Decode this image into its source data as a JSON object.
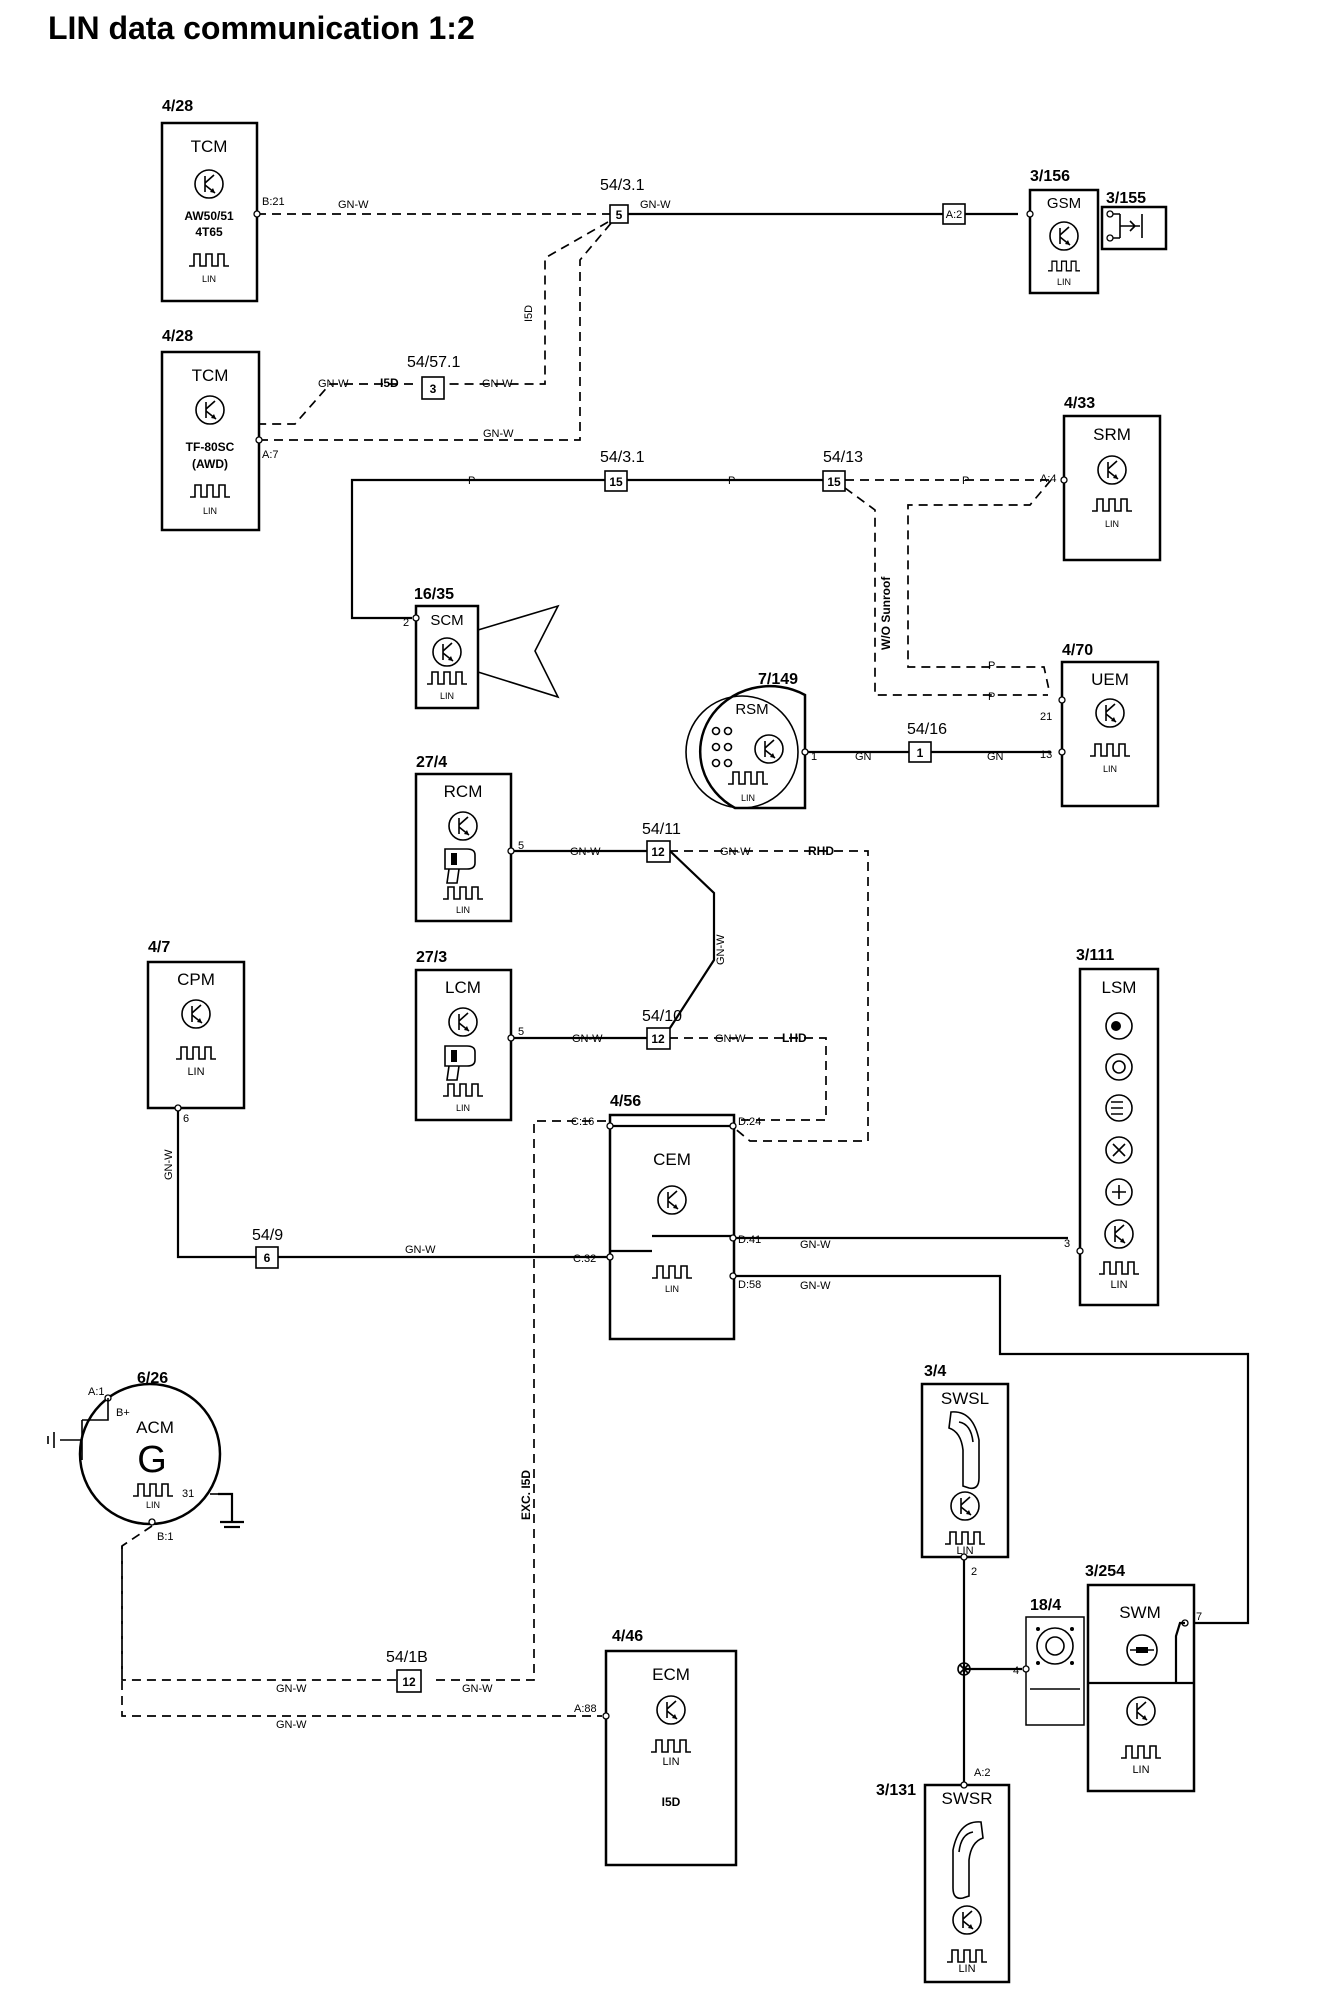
{
  "title": "LIN data communication 1:2",
  "common": {
    "lin": "LIN",
    "gnw": "GN-W",
    "gn": "GN",
    "p": "P",
    "i5d": "I5D"
  },
  "modules": {
    "tcm1": {
      "ref": "4/28",
      "name": "TCM",
      "line1": "AW50/51",
      "line2": "4T65"
    },
    "tcm2": {
      "ref": "4/28",
      "name": "TCM",
      "line1": "TF-80SC",
      "line2": "(AWD)"
    },
    "gsm": {
      "ref": "3/156",
      "name": "GSM"
    },
    "gsm_switch": {
      "ref": "3/155"
    },
    "srm": {
      "ref": "4/33",
      "name": "SRM"
    },
    "scm": {
      "ref": "16/35",
      "name": "SCM"
    },
    "uem": {
      "ref": "4/70",
      "name": "UEM"
    },
    "rsm": {
      "ref": "7/149",
      "name": "RSM"
    },
    "rcm": {
      "ref": "27/4",
      "name": "RCM"
    },
    "lcm": {
      "ref": "27/3",
      "name": "LCM"
    },
    "cpm": {
      "ref": "4/7",
      "name": "CPM"
    },
    "lsm": {
      "ref": "3/111",
      "name": "LSM"
    },
    "cem": {
      "ref": "4/56",
      "name": "CEM"
    },
    "acm": {
      "ref": "6/26",
      "name": "ACM",
      "glyph": "G",
      "bplus": "B+"
    },
    "swsl": {
      "ref": "3/4",
      "name": "SWSL"
    },
    "swm": {
      "ref": "3/254",
      "name": "SWM"
    },
    "clockspring": {
      "ref": "18/4"
    },
    "ecm": {
      "ref": "4/46",
      "name": "ECM",
      "note": "I5D"
    },
    "swsr": {
      "ref": "3/131",
      "name": "SWSR"
    }
  },
  "connectors": [
    {
      "ref": "54/3.1",
      "pin": "5"
    },
    {
      "ref": "54/57.1",
      "pin": "3"
    },
    {
      "ref": "54/3.1",
      "pin": "15"
    },
    {
      "ref": "54/13",
      "pin": "15"
    },
    {
      "ref": "54/16",
      "pin": "1"
    },
    {
      "ref": "54/11",
      "pin": "12"
    },
    {
      "ref": "54/10",
      "pin": "12"
    },
    {
      "ref": "54/9",
      "pin": "6"
    },
    {
      "ref": "54/1B",
      "pin": "12"
    }
  ],
  "pins": {
    "tcm1_b21": "B:21",
    "tcm2_a7": "A:7",
    "gsm_a2": "A:2",
    "srm_a4": "A:4",
    "scm_2": "2",
    "uem_21": "21",
    "uem_13": "13",
    "rsm_1": "1",
    "rcm_5": "5",
    "lcm_5": "5",
    "cpm_6": "6",
    "lsm_3": "3",
    "cem_c16": "C:16",
    "cem_d24": "D:24",
    "cem_d41": "D:41",
    "cem_c32": "C:32",
    "cem_d58": "D:58",
    "acm_a1": "A:1",
    "acm_31": "31",
    "acm_b1": "B:1",
    "ecm_a88": "A:88",
    "swsl_2": "2",
    "cs_4": "4",
    "swm_7": "7",
    "swsr_a2": "A:2"
  },
  "notes": {
    "wo_sunroof": "W/O Sunroof",
    "rhd": "RHD",
    "lhd": "LHD",
    "exc_i5d": "EXC. I5D"
  }
}
